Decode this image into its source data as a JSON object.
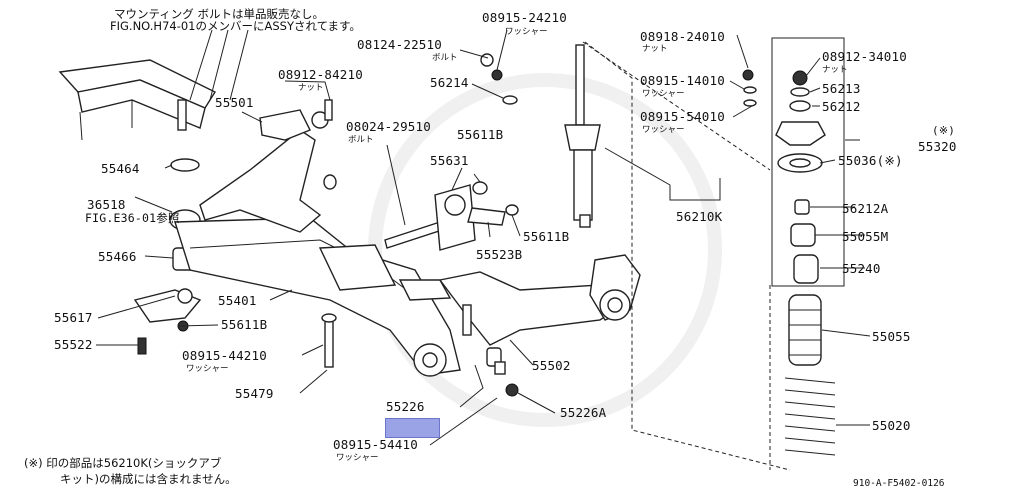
{
  "top_note": {
    "line1": "マウンティング ボルトは単品販売なし。",
    "line2": "FIG.NO.H74-01のメンバーにASSYされてます。"
  },
  "parts": {
    "p08915_24210": "08915-24210",
    "p08124_22510": "08124-22510",
    "p56214": "56214",
    "p08912_84210": "08912-84210",
    "p55501": "55501",
    "p08024_29510": "08024-29510",
    "p55611b_top": "55611B",
    "p55631": "55631",
    "p55464": "55464",
    "p36518": "36518",
    "fig_e36": "FIG.E36-01参照",
    "p55611b_mid": "55611B",
    "p55523b": "55523B",
    "p55466": "55466",
    "p55401": "55401",
    "p55617": "55617",
    "p55611b_low": "55611B",
    "p55522": "55522",
    "p08915_44210": "08915-44210",
    "p55479": "55479",
    "p55502": "55502",
    "p55226": "55226",
    "p55226a": "55226A",
    "p08915_54410": "08915-54410",
    "p08918_24010": "08918-24010",
    "p08915_14010": "08915-14010",
    "p08915_54010": "08915-54010",
    "p08912_34010": "08912-34010",
    "p56213": "56213",
    "p56212": "56212",
    "p55320": "55320",
    "p55036": "55036(※)",
    "p56210k": "56210K",
    "p56212a": "56212A",
    "p55055m": "55055M",
    "p55240": "55240",
    "p55055": "55055",
    "p55020": "55020"
  },
  "subs": {
    "washer": "ワッシャー",
    "bolt": "ボルト",
    "nut": "ナット"
  },
  "asterisk_mark": "(※)",
  "bottom_note": {
    "line1": "(※) 印の部品は56210K(ショックアブ",
    "line2": "キット)の構成には含まれません。"
  },
  "diagram_code": "910-A-F5402-0126",
  "highlight_color": "#9aa3e6"
}
